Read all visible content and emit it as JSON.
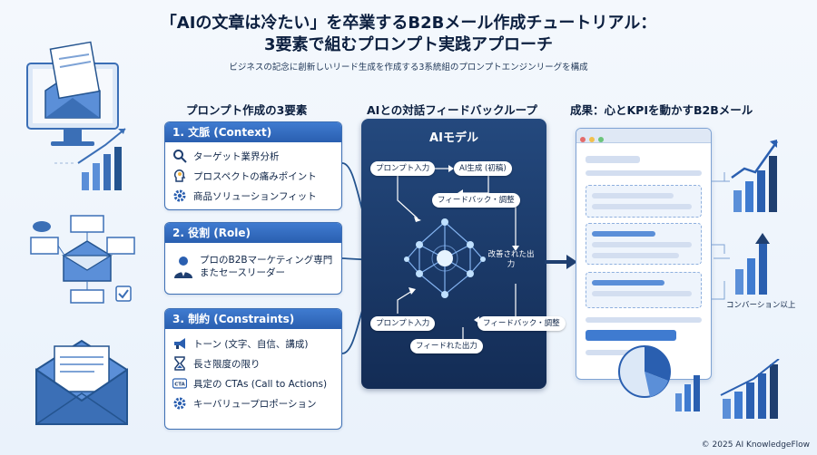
{
  "header": {
    "title_line1": "「AIの文章は冷たい」を卒業するB2Bメール作成チュートリアル：",
    "title_line2": "3要素で組むプロンプト実践アプローチ",
    "subtitle": "ビジネスの記念に創新しいリード生成を作成する3系統組のプロンプトエンジンリーグを構成"
  },
  "left": {
    "heading": "プロンプト作成の3要素",
    "cards": [
      {
        "title": "1. 文脈 (Context)",
        "items": [
          {
            "label": "ターゲット業界分析",
            "icon": "search-icon"
          },
          {
            "label": "プロスペクトの痛みポイント",
            "icon": "lightbulb-head-icon"
          },
          {
            "label": "商品ソリューションフィット",
            "icon": "gear-icon"
          }
        ]
      },
      {
        "title": "2. 役割 (Role)",
        "items": [
          {
            "label": "プロのB2Bマーケティング専門",
            "label2": "またセースリーダー",
            "icon": "businessman-icon"
          }
        ]
      },
      {
        "title": "3. 制約 (Constraints)",
        "items": [
          {
            "label": "トーン (文字、自信、講成)",
            "icon": "megaphone-icon"
          },
          {
            "label": "長さ限度の限り",
            "icon": "hourglass-icon"
          },
          {
            "label": "具定の CTAs (Call to Actions)",
            "icon": "cta-icon"
          },
          {
            "label": "キーバリュープロポーション",
            "icon": "gear-icon"
          }
        ]
      }
    ]
  },
  "middle": {
    "heading": "AIとの対話フィードバックループ",
    "model_title": "AIモデル",
    "pills": {
      "prompt_input_top": "プロンプト入力",
      "ai_generation": "AI生成 (初稿)",
      "feedback_adjust_top": "フィードバック・調整",
      "prompt_input_bottom": "プロンプト入力",
      "feedback_adjust_bottom": "フィードバック・調整",
      "fed_output": "フィードれた出力"
    },
    "improved_output": "改善された出力"
  },
  "right": {
    "heading": "成果：心とKPIを動かすB2Bメール",
    "conversion_label": "コンバーション以上"
  },
  "footer": {
    "copyright": "© 2025 AI KnowledgeFlow"
  },
  "colors": {
    "accent": "#2a5fb0",
    "model_bg": "#132c55",
    "card_border": "#3d6fb4"
  }
}
